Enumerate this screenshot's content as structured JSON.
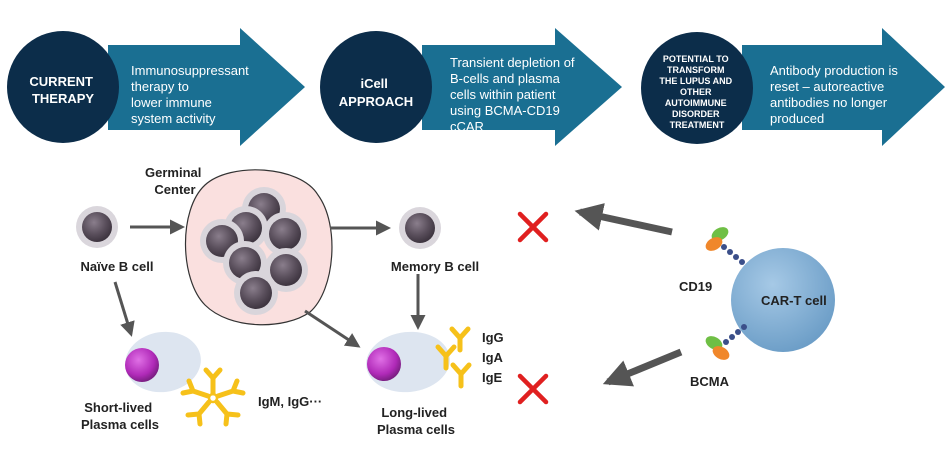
{
  "header": {
    "stages": [
      {
        "circle_lines": [
          "CURRENT",
          "THERAPY"
        ],
        "arrow_lines": [
          "Immunosuppressant",
          "therapy to",
          "lower immune",
          "system activity"
        ]
      },
      {
        "circle_lines": [
          "iCell",
          "APPROACH"
        ],
        "arrow_lines": [
          "Transient depletion of",
          "B-cells and plasma",
          "cells within patient",
          "using BCMA-CD19",
          "cCAR"
        ]
      },
      {
        "circle_lines": [
          "POTENTIAL TO",
          "TRANSFORM",
          "THE LUPUS  AND",
          "OTHER",
          "AUTOIMMUNE",
          "DISORDER",
          "TREATMENT"
        ],
        "arrow_lines": [
          "Antibody production is",
          "reset – autoreactive",
          "antibodies no longer",
          "produced"
        ]
      }
    ]
  },
  "diagram": {
    "germinal_center": [
      "Germinal",
      "Center"
    ],
    "naive_b_cell": "Naïve B cell",
    "memory_b_cell": "Memory B cell",
    "short_lived": [
      "Short-lived",
      "Plasma cells"
    ],
    "short_lived_antibodies": "IgM, IgG···",
    "long_lived": [
      "Long-lived",
      "Plasma cells"
    ],
    "long_lived_antibodies": [
      "IgG",
      "IgA",
      "IgE"
    ],
    "car_t_cell": "CAR-T cell",
    "cd19": "CD19",
    "bcma": "BCMA"
  },
  "colors": {
    "navy": "#0c2d4a",
    "teal": "#1a6f92",
    "cell_purple": "#5f5460",
    "plasma_magenta": "#b82fbf",
    "germinal_pink": "#fae0df",
    "car_t_blue": "#7faed3",
    "antibody_yellow": "#f6c11a",
    "red_x": "#e02020",
    "arrow_gray": "#555555"
  }
}
